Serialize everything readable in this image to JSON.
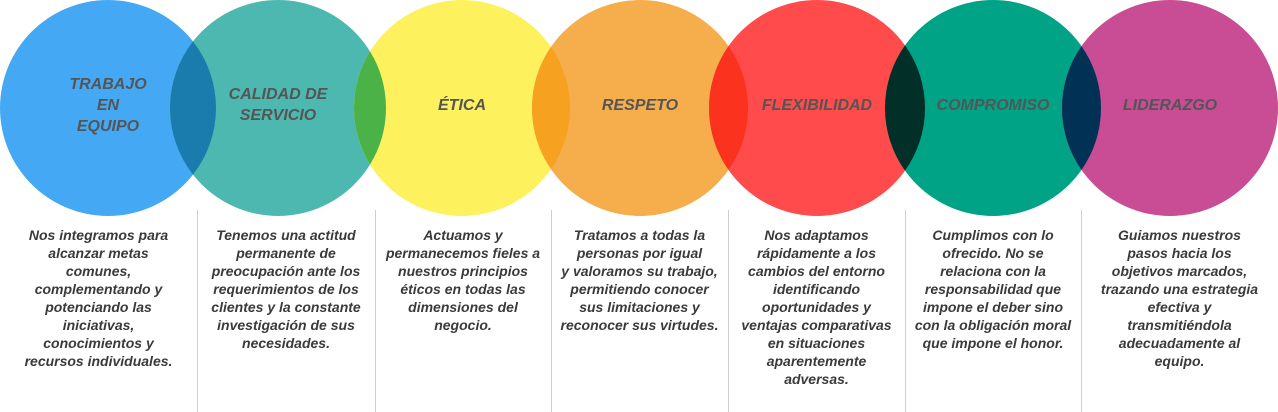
{
  "values": [
    {
      "title": "TRABAJO\nEN\nEQUIPO",
      "color": "#45A8F5",
      "description": "Nos integramos para\nalcanzar metas\ncomunes,\ncomplementando y\npotenciando las\niniciativas,\nconocimientos y\nrecursos individuales."
    },
    {
      "title": "CALIDAD DE\nSERVICIO",
      "color": "#4DB8B0",
      "description": "Tenemos una actitud\npermanente de\npreocupación ante los\nrequerimientos de los\nclientes y la constante\ninvestigación de sus\nnecesidades."
    },
    {
      "title": "ÉTICA",
      "color": "#FEF15E",
      "description": "Actuamos y\npermanecemos fieles a\nnuestros principios\néticos en todas las\ndimensiones del\nnegocio."
    },
    {
      "title": "RESPETO",
      "color": "#F6AD4C",
      "description": "Tratamos a todas la\npersonas por igual\ny valoramos su trabajo,\npermitiendo conocer\nsus limitaciones y\nreconocer sus virtudes."
    },
    {
      "title": "FLEXIBILIDAD",
      "color": "#FF4B4B",
      "description": "Nos adaptamos\nrápidamente a los\ncambios del entorno\nidentificando\noportunidades y\nventajas comparativas\nen situaciones\naparentemente\nadversas."
    },
    {
      "title": "COMPROMISO",
      "color": "#00A386",
      "description": "Cumplimos con lo\nofrecido. No se\nrelaciona con la\nresponsabilidad que\nimpone el deber sino\ncon la obligación moral\nque impone el honor."
    },
    {
      "title": "LIDERAZGO",
      "color": "#C84D95",
      "description": "Guiamos nuestros\npasos hacia los\nobjetivos marcados,\ntrazando una estrategia\nefectiva y\ntransmitiéndola\nadecuadamente al\nequipo."
    }
  ],
  "overlap_colors": [
    "#1A7CAD",
    "#4BB248",
    "#F6A11F",
    "#FA321E",
    "#022F27",
    "#023156"
  ]
}
